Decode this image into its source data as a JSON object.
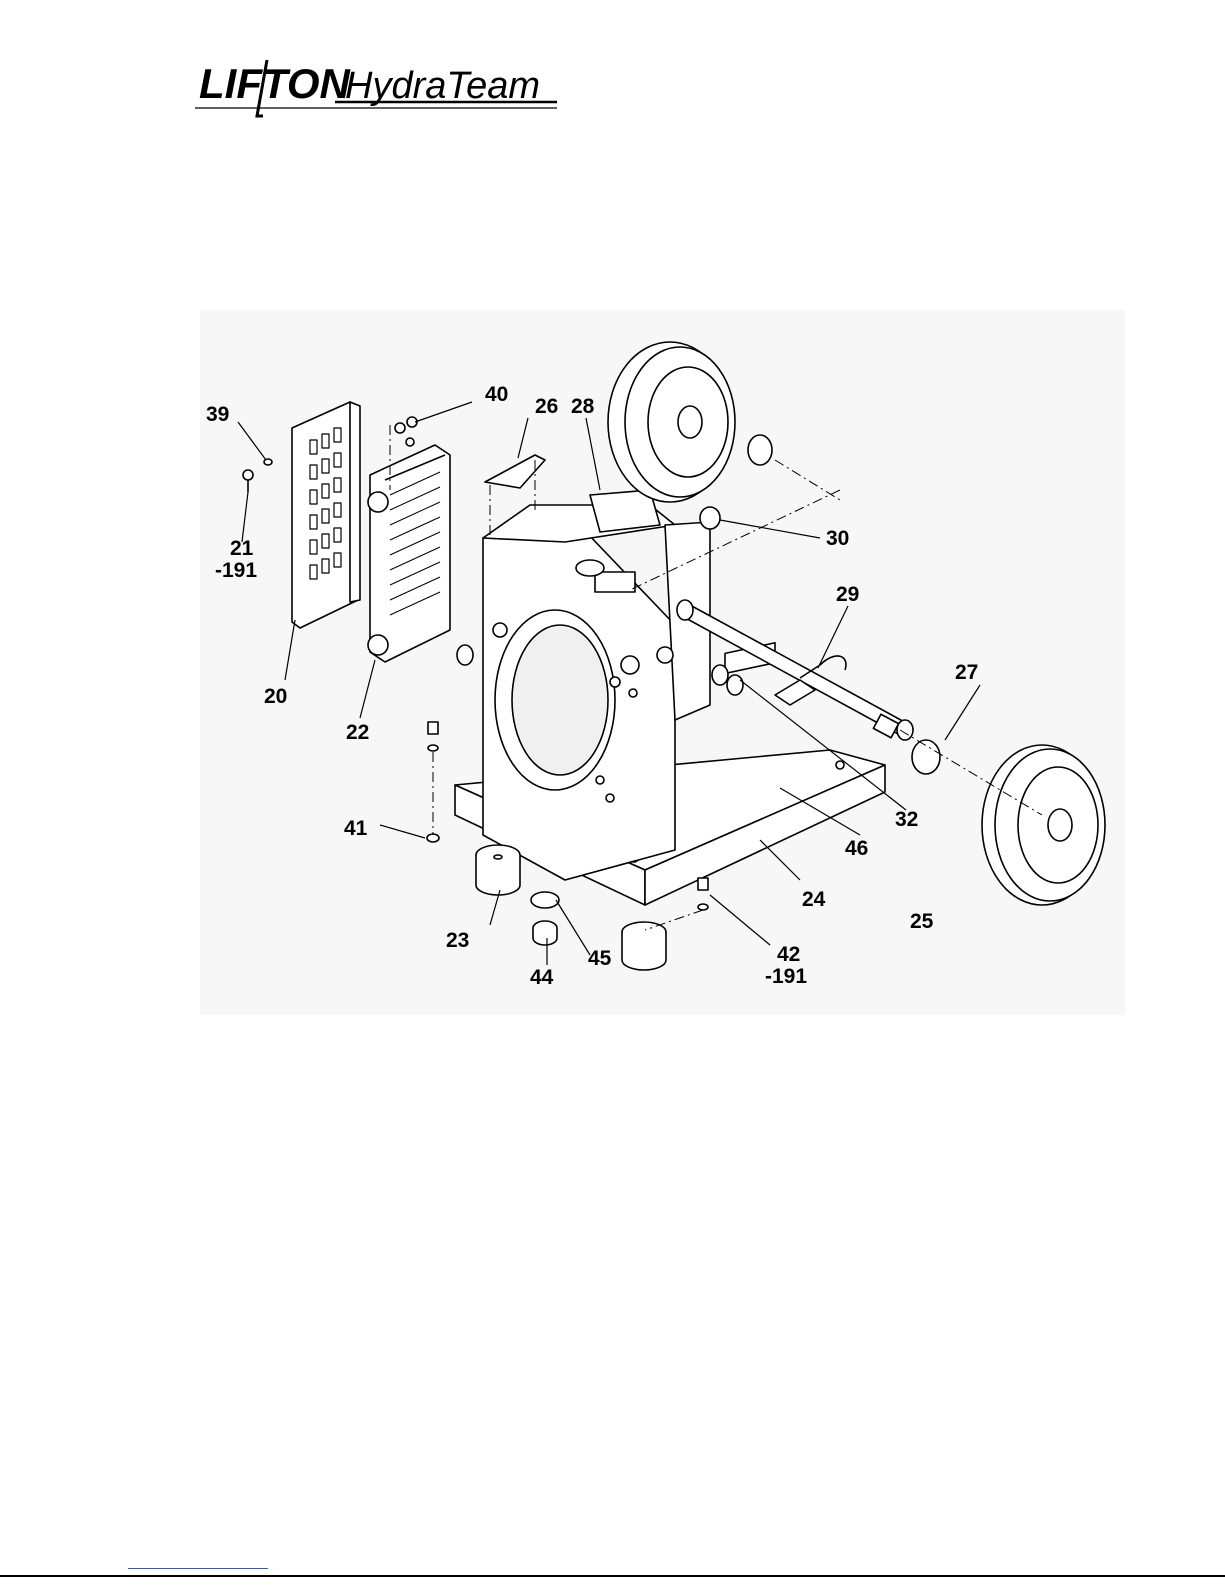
{
  "logo": {
    "brand_left": "LIFTON",
    "brand_right": "HydraTeam"
  },
  "callouts": {
    "c39": "39",
    "c40": "40",
    "c26": "26",
    "c28": "28",
    "c30": "30",
    "c21a": "21",
    "c21b": "-191",
    "c20": "20",
    "c22": "22",
    "c29": "29",
    "c27": "27",
    "c41": "41",
    "c32": "32",
    "c46": "46",
    "c24": "24",
    "c25": "25",
    "c23": "23",
    "c45": "45",
    "c44": "44",
    "c42a": "42",
    "c42b": "-191"
  }
}
